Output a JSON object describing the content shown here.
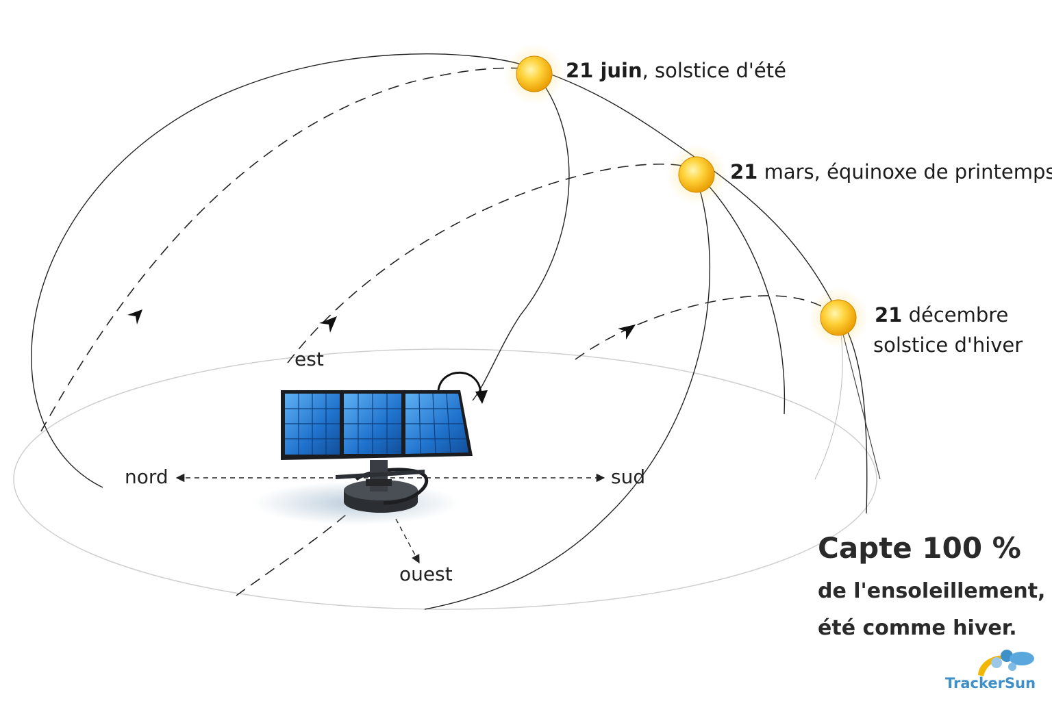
{
  "suns": [
    {
      "date": "21 juin",
      "event": ", solstice d'été"
    },
    {
      "date": "21",
      "event": " mars, équinoxe de printemps"
    },
    {
      "date": "21",
      "event": " décembre",
      "event2": "solstice d'hiver"
    }
  ],
  "directions": {
    "est": "est",
    "nord": "nord",
    "sud": "sud",
    "ouest": "ouest"
  },
  "tagline": {
    "main": "Capte 100 %",
    "line2": "de l'ensoleillement,",
    "line3": "été comme hiver."
  },
  "brand": {
    "name": "TrackerSun"
  },
  "colors": {
    "sun": "#f7b500",
    "panel": "#1d6fc9",
    "brand": "#3f8fc9",
    "line": "#222222"
  }
}
